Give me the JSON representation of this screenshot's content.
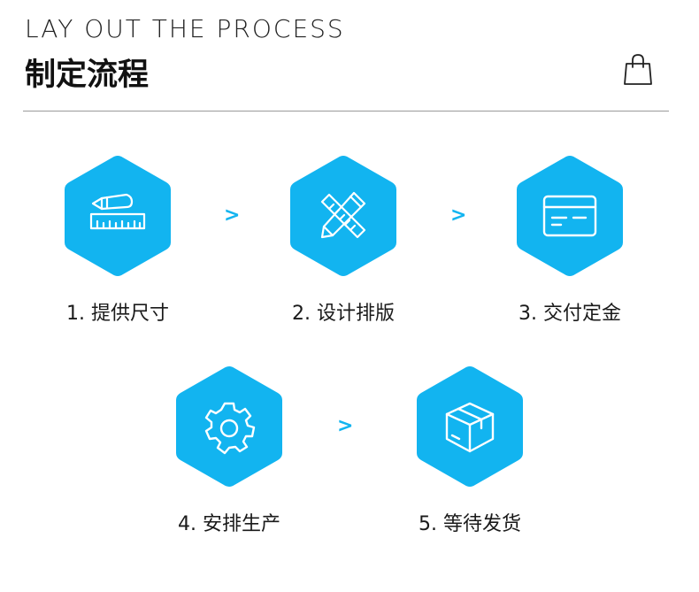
{
  "header": {
    "title_en": "LAY OUT THE PROCESS",
    "title_cn": "制定流程"
  },
  "colors": {
    "accent": "#12b4f0",
    "icon_stroke": "#ffffff",
    "text": "#1a1a1a"
  },
  "arrow_glyph": ">",
  "steps": [
    {
      "label": "1. 提供尺寸",
      "icon": "pencil-ruler-icon"
    },
    {
      "label": "2. 设计排版",
      "icon": "crossed-pencil-ruler-icon"
    },
    {
      "label": "3. 交付定金",
      "icon": "credit-card-icon"
    },
    {
      "label": "4. 安排生产",
      "icon": "gear-icon"
    },
    {
      "label": "5. 等待发货",
      "icon": "package-box-icon"
    }
  ]
}
